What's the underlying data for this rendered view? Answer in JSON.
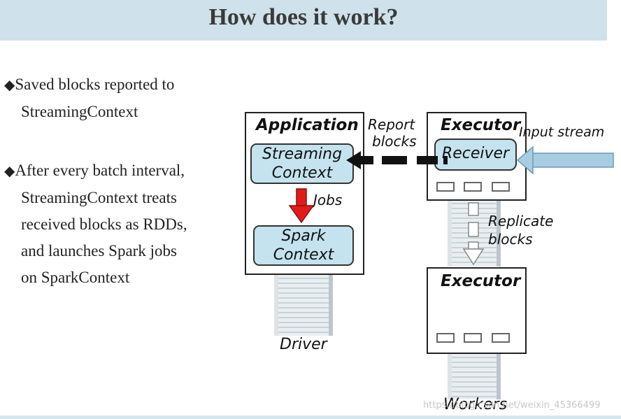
{
  "title": "How does it work?",
  "bullets": [
    {
      "lines": [
        "Saved blocks reported to",
        "StreamingContext"
      ]
    },
    {
      "lines": [
        "After every batch interval,",
        "StreamingContext treats",
        "received blocks as RDDs,",
        "and launches Spark jobs",
        "on SparkContext"
      ]
    }
  ],
  "diagram": {
    "application": {
      "title": "Application",
      "streaming": [
        "Streaming",
        "Context"
      ],
      "spark": [
        "Spark",
        "Context"
      ],
      "jobs": "Jobs"
    },
    "driver": "Driver",
    "executor_top": {
      "title": "Executor",
      "receiver": "Receiver"
    },
    "executor_bottom": {
      "title": "Executor"
    },
    "workers": "Workers",
    "report": [
      "Report",
      "blocks"
    ],
    "input_stream": "Input stream",
    "replicate": [
      "Replicate",
      "blocks"
    ]
  },
  "watermark": "https://blog.csdn.net/weixin_45366499",
  "colors": {
    "title_bar": "#cfe1ea",
    "inner_box": "#c4e3ee",
    "jobs_arrow": "#e11b1b",
    "input_arrow": "#a9cde0"
  }
}
